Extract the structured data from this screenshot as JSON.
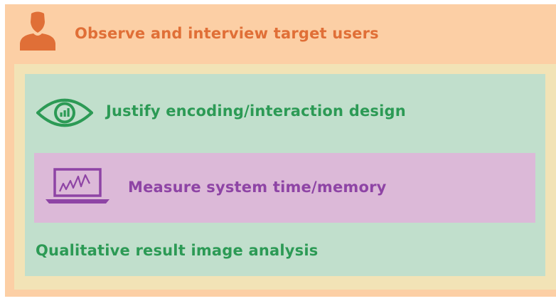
{
  "levels": {
    "outer": {
      "label": "Observe and interview target users",
      "icon": "person-icon",
      "color": "#e06f37"
    },
    "middle": {
      "label": "Justify encoding/interaction design",
      "icon": "eye-icon",
      "color": "#2c9a55"
    },
    "inner": {
      "label": "Measure system time/memory",
      "icon": "laptop-chart-icon",
      "color": "#8e44a5"
    },
    "bottom": {
      "label": "Qualitative result image analysis",
      "color": "#2c9a55"
    }
  }
}
